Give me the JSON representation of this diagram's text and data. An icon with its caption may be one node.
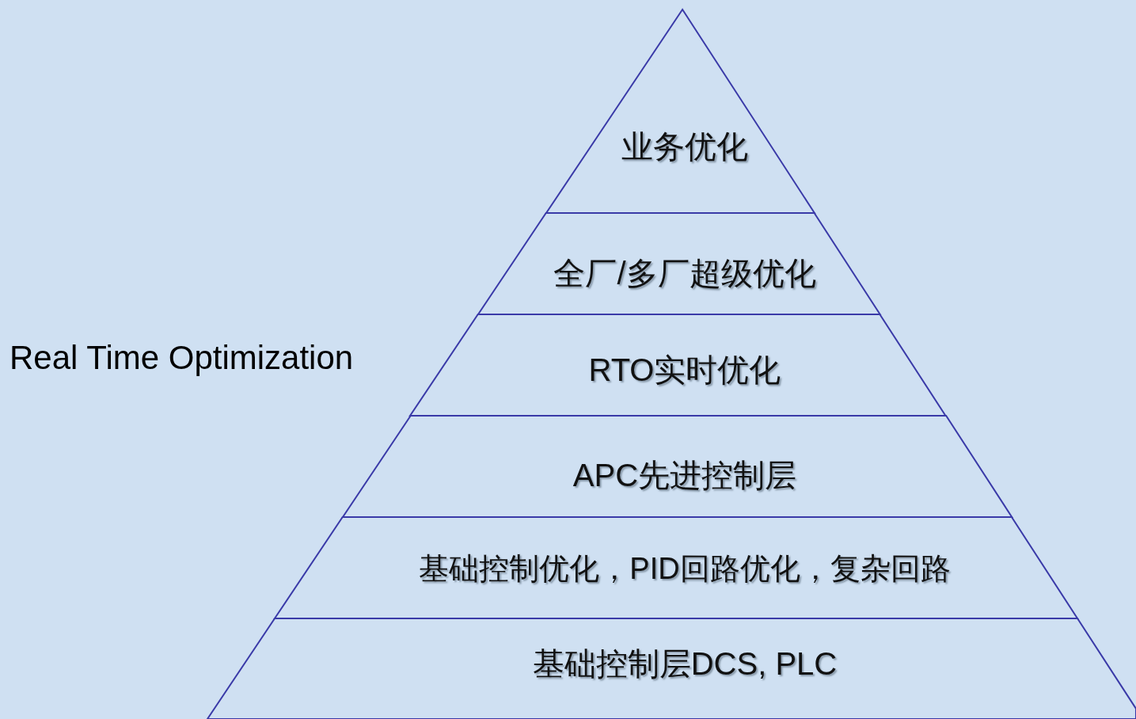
{
  "diagram": {
    "nodes": [
      {
        "text": [
          "业务优化"
        ]
      },
      {
        "text": [
          "全厂/多厂超级优化"
        ]
      },
      {
        "text": [
          "RTO实时优化"
        ]
      },
      {
        "text": [
          "APC先进控制层"
        ]
      },
      {
        "text": [
          "基础控制优化，PID回路优化，复杂回路"
        ]
      },
      {
        "text": [
          "基础控制层DCS, PLC"
        ]
      }
    ],
    "labels": [
      "Real Time Optimization"
    ]
  }
}
